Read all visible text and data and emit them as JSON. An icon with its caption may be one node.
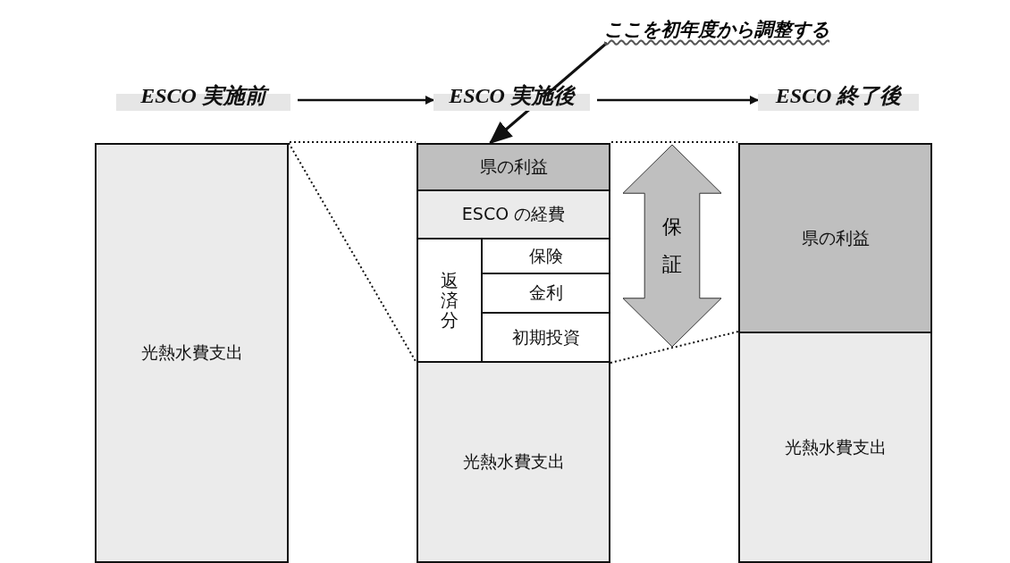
{
  "diagram": {
    "nodes": [
      {
        "text": [
          "ESCO 実施前"
        ]
      },
      {
        "text": [
          "ESCO 実施後"
        ]
      },
      {
        "text": [
          "ESCO 終了後"
        ]
      },
      {
        "text": [
          "ここを初年度から調整する"
        ]
      },
      {
        "text": [
          "光熱水費支出"
        ]
      },
      {
        "text": [
          "県の利益"
        ]
      },
      {
        "text": [
          "ESCO の経費"
        ]
      },
      {
        "text": [
          "返済分"
        ]
      },
      {
        "text": [
          "保険"
        ]
      },
      {
        "text": [
          "金利"
        ]
      },
      {
        "text": [
          "初期投資"
        ]
      },
      {
        "text": [
          "光熱水費支出"
        ]
      },
      {
        "text": [
          "保証"
        ]
      },
      {
        "text": [
          "県の利益"
        ]
      },
      {
        "text": [
          "光熱水費支出"
        ]
      }
    ],
    "edges": [
      {
        "from": 0,
        "to": 1,
        "arrow": "to"
      },
      {
        "from": 1,
        "to": 2,
        "arrow": "to"
      },
      {
        "from": 3,
        "to": 5,
        "arrow": "to"
      },
      {
        "from": 4,
        "to": 5,
        "arrow": "none",
        "style": "dashed"
      },
      {
        "from": 4,
        "to": 7,
        "arrow": "none",
        "style": "dashed"
      },
      {
        "from": 5,
        "to": 13,
        "arrow": "none",
        "style": "dashed"
      },
      {
        "from": 10,
        "to": 14,
        "arrow": "none",
        "style": "dashed"
      }
    ]
  }
}
